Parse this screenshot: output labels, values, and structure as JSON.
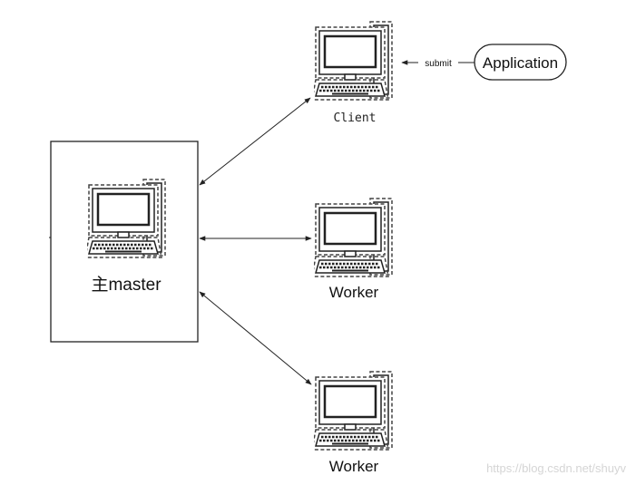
{
  "nodes": {
    "master": {
      "label": "主master"
    },
    "client": {
      "label": "Client"
    },
    "worker1": {
      "label": "Worker"
    },
    "worker2": {
      "label": "Worker"
    },
    "application": {
      "label": "Application"
    }
  },
  "edges": {
    "submit": {
      "label": "submit"
    }
  },
  "watermark": {
    "text": "https://blog.csdn.net/shuyv"
  }
}
